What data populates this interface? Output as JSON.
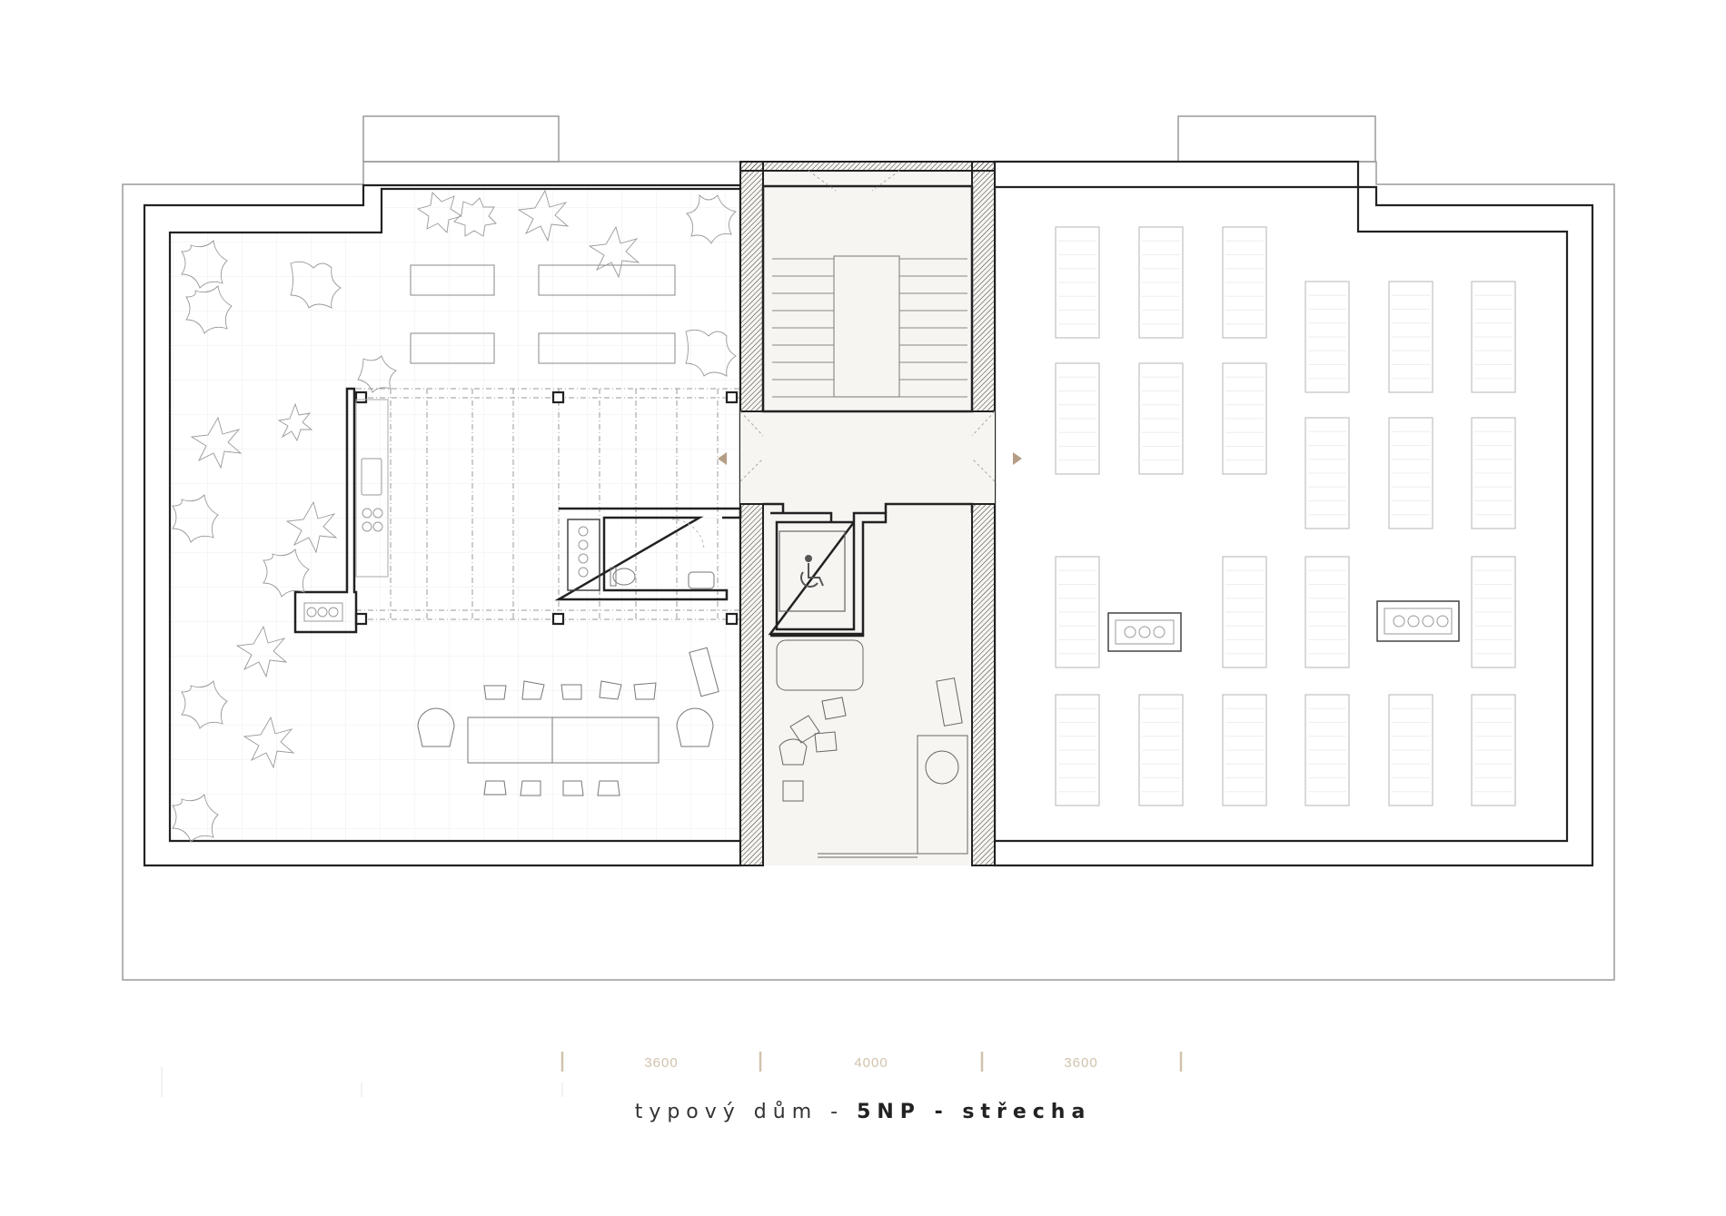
{
  "title": {
    "prefix": "typový dům",
    "separator1": " - ",
    "floor": "5NP",
    "separator2": " - ",
    "level": "střecha"
  },
  "dimensions": [
    {
      "label": "3600"
    },
    {
      "label": "4000"
    },
    {
      "label": "3600"
    }
  ],
  "colors": {
    "wall": "#222222",
    "thin_line": "#9a9a9a",
    "dimension": "#d2c2ad",
    "core_fill": "#f7f5f1",
    "arrow": "#b59d86"
  },
  "icons": [
    "wheelchair-icon",
    "plant-icon",
    "solar-panel-icon",
    "chair-icon",
    "table-icon",
    "stair-icon",
    "toilet-icon",
    "sink-icon"
  ]
}
